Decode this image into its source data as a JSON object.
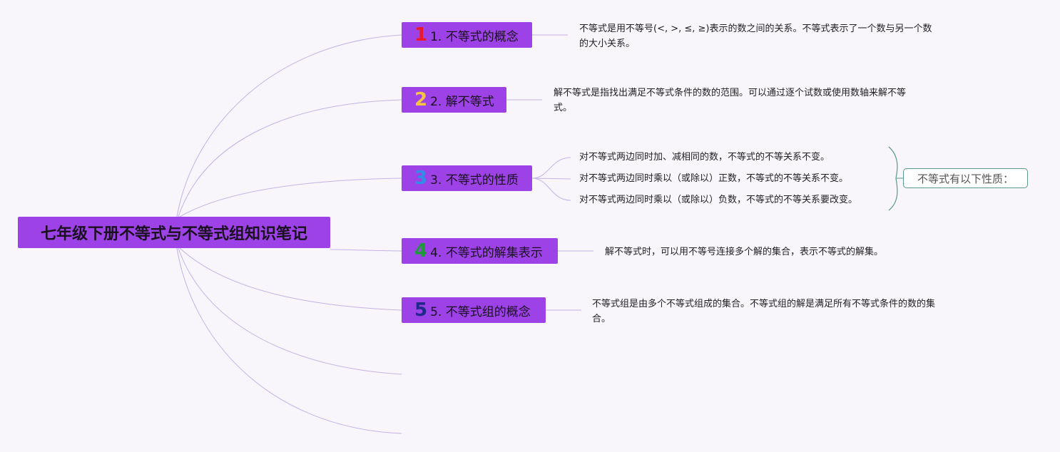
{
  "root": {
    "title": "七年级下册不等式与不等式组知识笔记"
  },
  "topics": [
    {
      "num": "1",
      "num_color": "#e8192c",
      "label": "1. 不等式的概念",
      "note": "不等式是用不等号(<, >, ≤, ≥)表示的数之间的关系。不等式表示了一个数与另一个数的大小关系。"
    },
    {
      "num": "2",
      "num_color": "#f5c542",
      "label": "2. 解不等式",
      "note": "解不等式是指找出满足不等式条件的数的范围。可以通过逐个试数或使用数轴来解不等式。"
    },
    {
      "num": "3",
      "num_color": "#2f8fe8",
      "label": "3. 不等式的性质",
      "props": [
        "对不等式两边同时加、减相同的数，不等式的不等关系不变。",
        "对不等式两边同时乘以（或除以）正数，不等式的不等关系不变。",
        "对不等式两边同时乘以（或除以）负数，不等式的不等关系要改变。"
      ],
      "summary": "不等式有以下性质："
    },
    {
      "num": "4",
      "num_color": "#1f9a3a",
      "label": "4. 不等式的解集表示",
      "note": "解不等式时，可以用不等号连接多个解的集合，表示不等式的解集。"
    },
    {
      "num": "5",
      "num_color": "#1f2a8a",
      "label": "5. 不等式组的概念",
      "note": "不等式组是由多个不等式组成的集合。不等式组的解是满足所有不等式条件的数的集合。"
    }
  ]
}
